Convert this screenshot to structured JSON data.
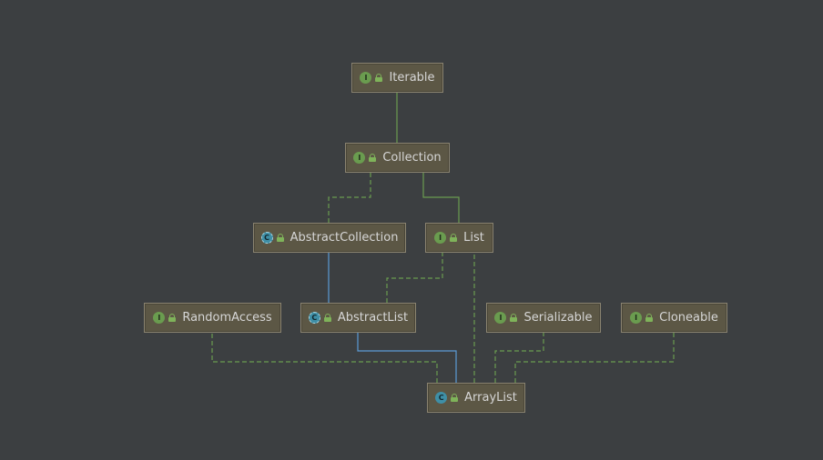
{
  "colors": {
    "background": "#3c3f41",
    "node_fill": "#5c5745",
    "node_border": "#8a8370",
    "implements_edge": "#6a9c4f",
    "extends_class_edge": "#5b9bd5",
    "interface_badge": "#6a9c4f",
    "class_badge": "#3f8fa6"
  },
  "nodes": {
    "iterable": {
      "label": "Iterable",
      "badge": "I",
      "kind": "interface",
      "icon": "interface-icon"
    },
    "collection": {
      "label": "Collection",
      "badge": "I",
      "kind": "interface",
      "icon": "interface-icon"
    },
    "abstractcollection": {
      "label": "AbstractCollection",
      "badge": "C",
      "kind": "abstract-class",
      "icon": "abstract-class-icon"
    },
    "list": {
      "label": "List",
      "badge": "I",
      "kind": "interface",
      "icon": "interface-icon"
    },
    "randomaccess": {
      "label": "RandomAccess",
      "badge": "I",
      "kind": "interface",
      "icon": "interface-icon"
    },
    "abstractlist": {
      "label": "AbstractList",
      "badge": "C",
      "kind": "abstract-class",
      "icon": "abstract-class-icon"
    },
    "serializable": {
      "label": "Serializable",
      "badge": "I",
      "kind": "interface",
      "icon": "interface-icon"
    },
    "cloneable": {
      "label": "Cloneable",
      "badge": "I",
      "kind": "interface",
      "icon": "interface-icon"
    },
    "arraylist": {
      "label": "ArrayList",
      "badge": "C",
      "kind": "class",
      "icon": "class-icon"
    }
  },
  "edges": [
    {
      "from": "collection",
      "to": "iterable",
      "type": "extends-interface"
    },
    {
      "from": "abstractcollection",
      "to": "collection",
      "type": "implements"
    },
    {
      "from": "list",
      "to": "collection",
      "type": "extends-interface"
    },
    {
      "from": "abstractlist",
      "to": "abstractcollection",
      "type": "extends-class"
    },
    {
      "from": "abstractlist",
      "to": "list",
      "type": "implements"
    },
    {
      "from": "arraylist",
      "to": "randomaccess",
      "type": "implements"
    },
    {
      "from": "arraylist",
      "to": "abstractlist",
      "type": "extends-class"
    },
    {
      "from": "arraylist",
      "to": "list",
      "type": "implements"
    },
    {
      "from": "arraylist",
      "to": "serializable",
      "type": "implements"
    },
    {
      "from": "arraylist",
      "to": "cloneable",
      "type": "implements"
    }
  ]
}
